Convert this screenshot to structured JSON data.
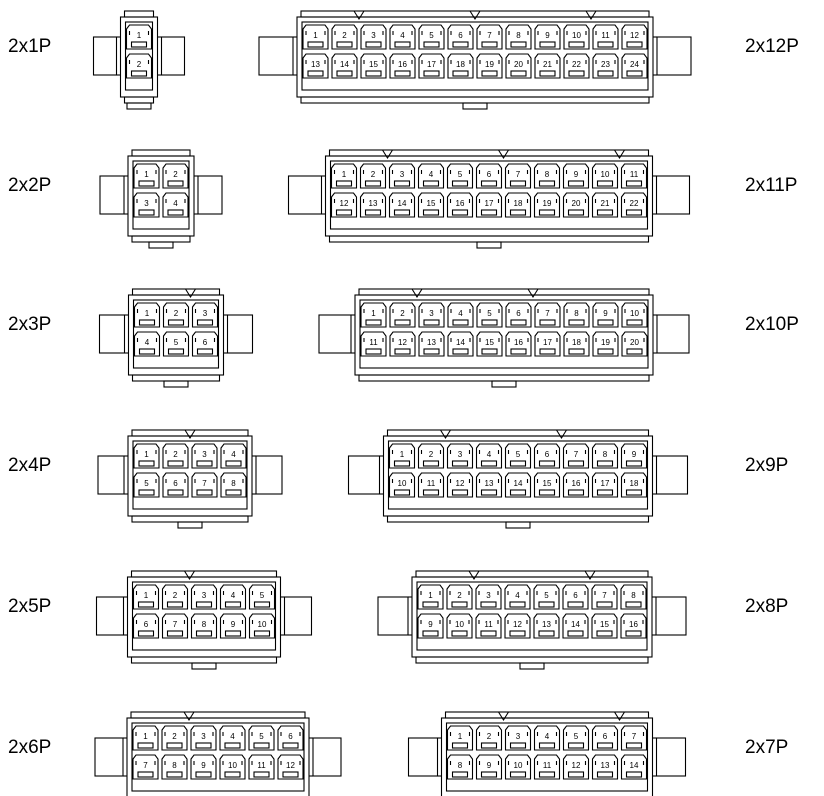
{
  "connectors": [
    {
      "label": "2x1P",
      "cols": 1,
      "row1": [
        "1"
      ],
      "row2": [
        "2"
      ]
    },
    {
      "label": "2x2P",
      "cols": 2,
      "row1": [
        "1",
        "2"
      ],
      "row2": [
        "3",
        "4"
      ]
    },
    {
      "label": "2x3P",
      "cols": 3,
      "row1": [
        "1",
        "2",
        "3"
      ],
      "row2": [
        "4",
        "5",
        "6"
      ]
    },
    {
      "label": "2x4P",
      "cols": 4,
      "row1": [
        "1",
        "2",
        "3",
        "4"
      ],
      "row2": [
        "5",
        "6",
        "7",
        "8"
      ]
    },
    {
      "label": "2x5P",
      "cols": 5,
      "row1": [
        "1",
        "2",
        "3",
        "4",
        "5"
      ],
      "row2": [
        "6",
        "7",
        "8",
        "9",
        "10"
      ]
    },
    {
      "label": "2x6P",
      "cols": 6,
      "row1": [
        "1",
        "2",
        "3",
        "4",
        "5",
        "6"
      ],
      "row2": [
        "7",
        "8",
        "9",
        "10",
        "11",
        "12"
      ]
    },
    {
      "label": "2x12P",
      "cols": 12,
      "row1": [
        "1",
        "2",
        "3",
        "4",
        "5",
        "6",
        "7",
        "8",
        "9",
        "10",
        "11",
        "12"
      ],
      "row2": [
        "13",
        "14",
        "15",
        "16",
        "17",
        "18",
        "19",
        "20",
        "21",
        "22",
        "23",
        "24"
      ]
    },
    {
      "label": "2x11P",
      "cols": 11,
      "row1": [
        "1",
        "2",
        "3",
        "4",
        "5",
        "6",
        "7",
        "8",
        "9",
        "10",
        "11"
      ],
      "row2": [
        "12",
        "13",
        "14",
        "15",
        "16",
        "17",
        "18",
        "19",
        "20",
        "21",
        "22"
      ]
    },
    {
      "label": "2x10P",
      "cols": 10,
      "row1": [
        "1",
        "2",
        "3",
        "4",
        "5",
        "6",
        "7",
        "8",
        "9",
        "10"
      ],
      "row2": [
        "11",
        "12",
        "13",
        "14",
        "15",
        "16",
        "17",
        "18",
        "19",
        "20"
      ]
    },
    {
      "label": "2x9P",
      "cols": 9,
      "row1": [
        "1",
        "2",
        "3",
        "4",
        "5",
        "6",
        "7",
        "8",
        "9"
      ],
      "row2": [
        "10",
        "11",
        "12",
        "13",
        "14",
        "15",
        "16",
        "17",
        "18"
      ]
    },
    {
      "label": "2x8P",
      "cols": 8,
      "row1": [
        "1",
        "2",
        "3",
        "4",
        "5",
        "6",
        "7",
        "8"
      ],
      "row2": [
        "9",
        "10",
        "11",
        "12",
        "13",
        "14",
        "15",
        "16"
      ]
    },
    {
      "label": "2x7P",
      "cols": 7,
      "row1": [
        "1",
        "2",
        "3",
        "4",
        "5",
        "6",
        "7"
      ],
      "row2": [
        "8",
        "9",
        "10",
        "11",
        "12",
        "13",
        "14"
      ]
    }
  ]
}
